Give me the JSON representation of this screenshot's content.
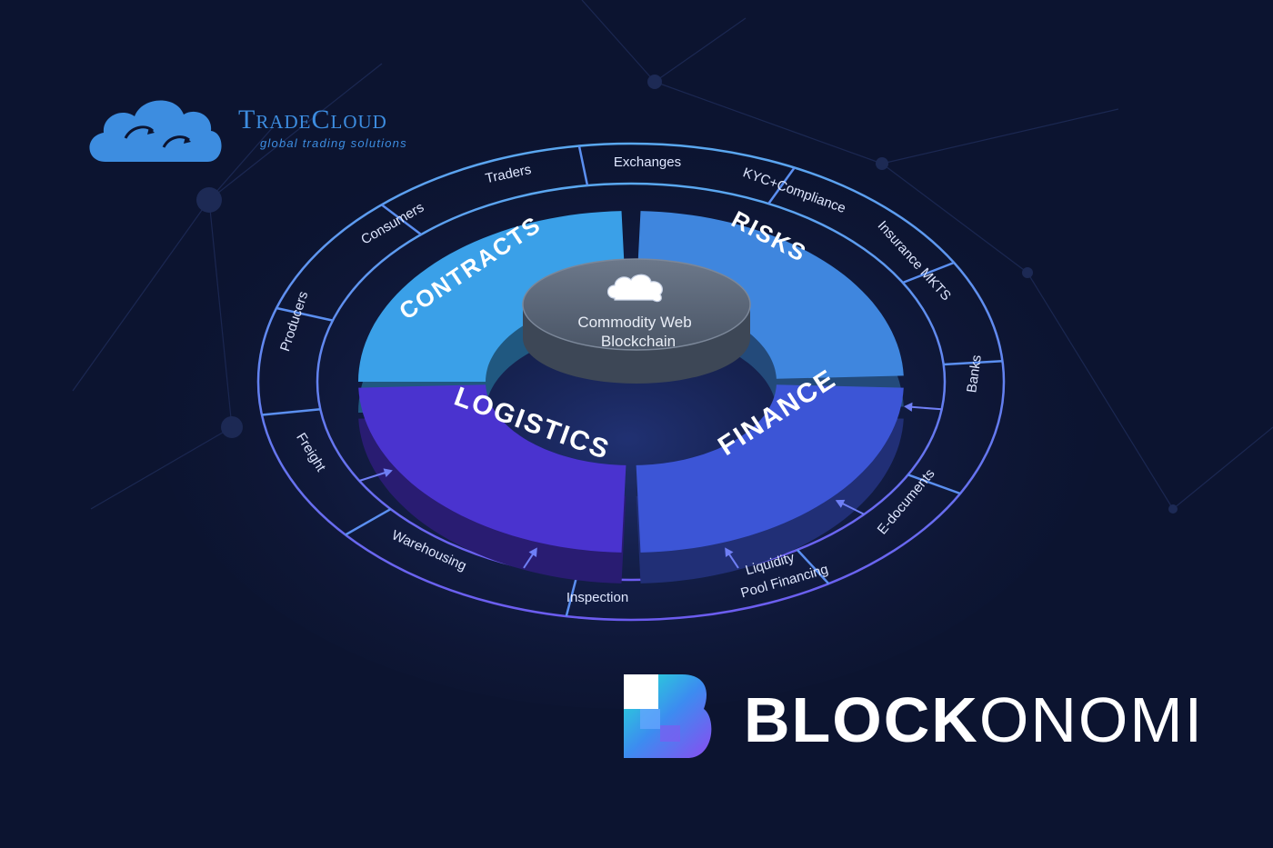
{
  "brand_tradecloud": {
    "name": "TradeCloud",
    "tagline": "global trading solutions"
  },
  "brand_blockonomi": {
    "name_bold": "BLOCK",
    "name_light": "ONOMI"
  },
  "core": {
    "line1": "Commodity Web",
    "line2": "Blockchain",
    "icon": "cloud-icon"
  },
  "segments": [
    {
      "label": "CONTRACTS",
      "color": "#3aa0e8"
    },
    {
      "label": "RISKS",
      "color": "#3f86de"
    },
    {
      "label": "FINANCE",
      "color": "#3c55d6"
    },
    {
      "label": "LOGISTICS",
      "color": "#4a33cf"
    }
  ],
  "outer_labels": [
    "Traders",
    "Exchanges",
    "KYC+Compliance",
    "Insurance MKTS",
    "Banks",
    "E-documents",
    "Liquidity",
    "Pool Financing",
    "Inspection",
    "Warehousing",
    "Freight",
    "Producers",
    "Consumers"
  ],
  "colors": {
    "background": "#0c1430",
    "tradecloud_blue": "#3d8de0",
    "ring_stroke_cool": "#5aa8f0",
    "ring_stroke_warm": "#6c5cf0",
    "core": "#5d6a7c"
  }
}
